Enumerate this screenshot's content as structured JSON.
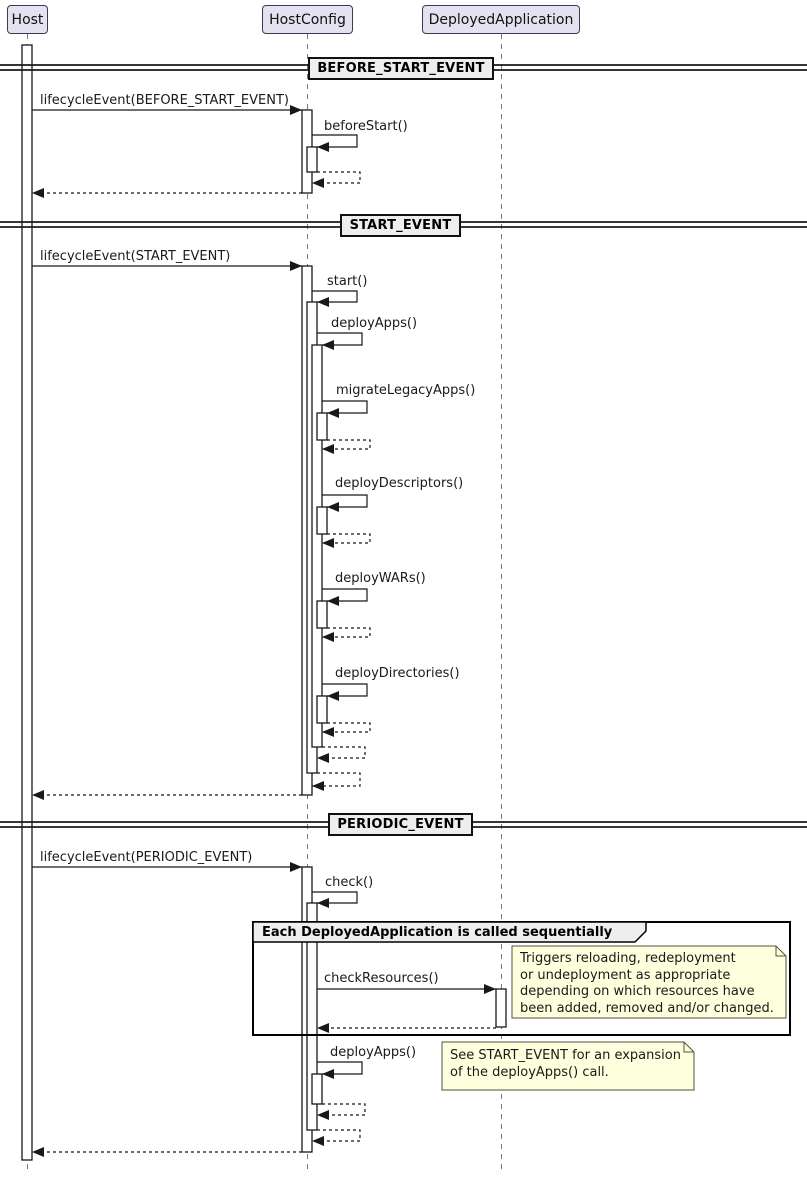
{
  "diagram": {
    "participants": [
      {
        "name": "Host"
      },
      {
        "name": "HostConfig"
      },
      {
        "name": "DeployedApplication"
      }
    ],
    "dividers": [
      {
        "label": "BEFORE_START_EVENT"
      },
      {
        "label": "START_EVENT"
      },
      {
        "label": "PERIODIC_EVENT"
      }
    ],
    "messages": {
      "lifecycle_before_start": "lifecycleEvent(BEFORE_START_EVENT)",
      "before_start": "beforeStart()",
      "lifecycle_start": "lifecycleEvent(START_EVENT)",
      "start": "start()",
      "deploy_apps": "deployApps()",
      "migrate_legacy_apps": "migrateLegacyApps()",
      "deploy_descriptors": "deployDescriptors()",
      "deploy_wars": "deployWARs()",
      "deploy_directories": "deployDirectories()",
      "lifecycle_periodic": "lifecycleEvent(PERIODIC_EVENT)",
      "check": "check()",
      "check_resources": "checkResources()",
      "deploy_apps_periodic": "deployApps()"
    },
    "group": {
      "label": "Each DeployedApplication is called sequentially"
    },
    "notes": {
      "check_resources": {
        "lines": [
          "Triggers reloading, redeployment",
          "or undeployment as appropriate",
          "depending on which resources have",
          "been added, removed and/or changed."
        ]
      },
      "deploy_apps": {
        "lines": [
          "See START_EVENT for an expansion",
          "of the deployApps() call."
        ]
      }
    },
    "colors": {
      "participant_fill": "#E2E2F0",
      "divider_fill": "#EEEEEE",
      "group_header_fill": "#EEEEEE",
      "note_fill": "#FEFFDD",
      "line": "#181818",
      "lifeline": "#777777"
    }
  }
}
